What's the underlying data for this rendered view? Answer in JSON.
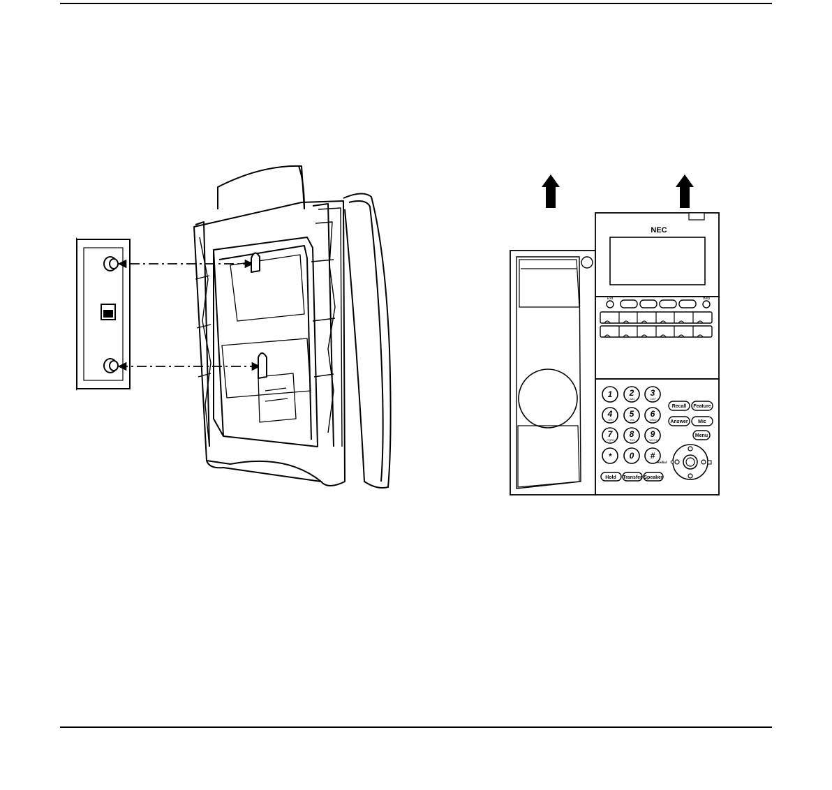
{
  "phone": {
    "brand": "NEC",
    "labels": {
      "exit": "Exit",
      "help": "Help",
      "redial": "Redial"
    },
    "dialpad": [
      {
        "digit": "1",
        "sub": ""
      },
      {
        "digit": "2",
        "sub": "ABC"
      },
      {
        "digit": "3",
        "sub": "DEF"
      },
      {
        "digit": "4",
        "sub": "GHI"
      },
      {
        "digit": "5",
        "sub": "JKL"
      },
      {
        "digit": "6",
        "sub": "MNO"
      },
      {
        "digit": "7",
        "sub": "PQRS"
      },
      {
        "digit": "8",
        "sub": "TUV"
      },
      {
        "digit": "9",
        "sub": "WXYZ"
      },
      {
        "digit": "*",
        "sub": ""
      },
      {
        "digit": "0",
        "sub": ""
      },
      {
        "digit": "#",
        "sub": ""
      }
    ],
    "buttons": {
      "recall": "Recall",
      "feature": "Feature",
      "answer": "Answer",
      "mic": "Mic",
      "menu": "Menu",
      "hold": "Hold",
      "transfer": "Transfer",
      "speaker": "Speaker"
    }
  }
}
